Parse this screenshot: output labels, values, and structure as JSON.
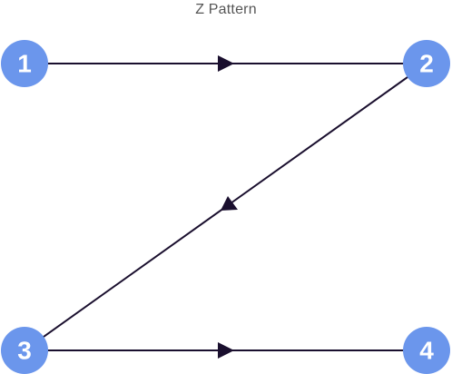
{
  "title": "Z Pattern",
  "colors": {
    "node_fill": "#6B96EC",
    "node_text": "#ffffff",
    "line": "#1a0f2e",
    "title_text": "#555555"
  },
  "nodes": [
    {
      "label": "1"
    },
    {
      "label": "2"
    },
    {
      "label": "3"
    },
    {
      "label": "4"
    }
  ],
  "edges": [
    {
      "from": "1",
      "to": "2"
    },
    {
      "from": "2",
      "to": "3"
    },
    {
      "from": "3",
      "to": "4"
    }
  ]
}
